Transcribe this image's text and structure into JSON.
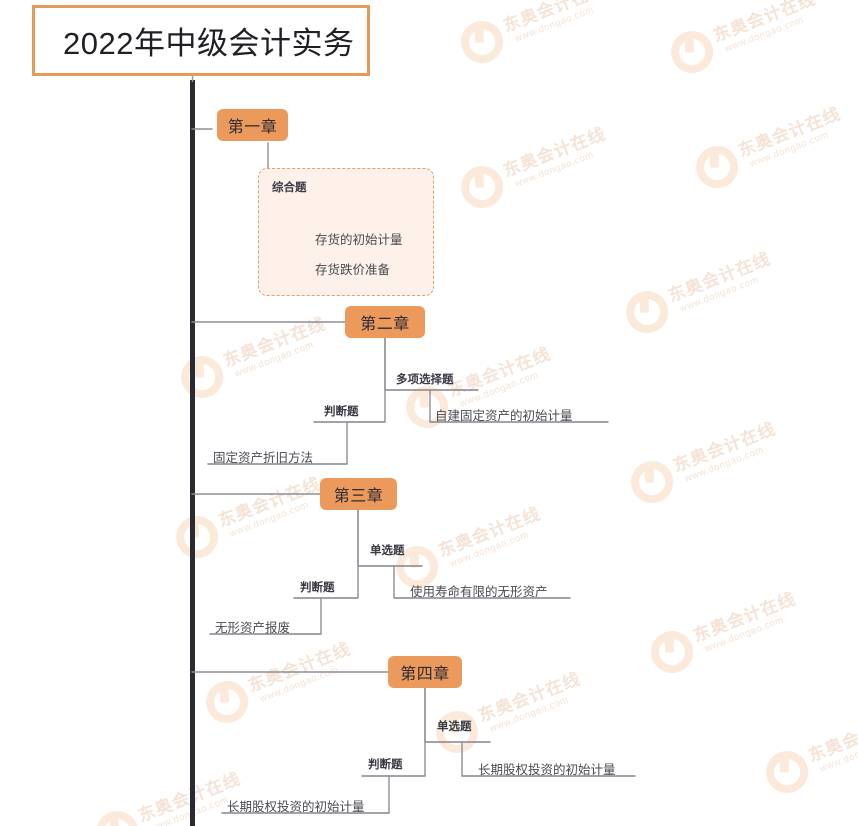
{
  "document": {
    "title": "2022年中级会计实务",
    "type": "mind-map"
  },
  "colors": {
    "chapter_fill": "#ec9a5c",
    "title_border": "#e49a58",
    "trunk": "#2a2a33",
    "connector": "#8d8d96",
    "select_box_fill": "#fdf1e9",
    "select_box_border": "#e8a06a",
    "text_dark": "#1f1f24",
    "text_leaf": "#4a4a52",
    "watermark": "#f4e3d6",
    "background": "#ffffff"
  },
  "watermark": {
    "brand_cn": "东奥会计在线",
    "url": "www.dongao.com"
  },
  "selection": {
    "active_branch": "第一章 > 综合题"
  },
  "chapters": [
    {
      "id": "ch1",
      "label": "第一章",
      "selected": true,
      "question_types": [
        {
          "label": "综合题",
          "topics": [
            {
              "label": "存货的初始计量"
            },
            {
              "label": "存货跌价准备"
            }
          ]
        }
      ]
    },
    {
      "id": "ch2",
      "label": "第二章",
      "selected": false,
      "question_types": [
        {
          "label": "多项选择题",
          "topics": [
            {
              "label": "自建固定资产的初始计量"
            }
          ]
        },
        {
          "label": "判断题",
          "topics": [
            {
              "label": "固定资产折旧方法"
            }
          ]
        }
      ]
    },
    {
      "id": "ch3",
      "label": "第三章",
      "selected": false,
      "question_types": [
        {
          "label": "单选题",
          "topics": [
            {
              "label": "使用寿命有限的无形资产"
            }
          ]
        },
        {
          "label": "判断题",
          "topics": [
            {
              "label": "无形资产报废"
            }
          ]
        }
      ]
    },
    {
      "id": "ch4",
      "label": "第四章",
      "selected": false,
      "question_types": [
        {
          "label": "单选题",
          "topics": [
            {
              "label": "长期股权投资的初始计量"
            }
          ]
        },
        {
          "label": "判断题",
          "topics": [
            {
              "label": "长期股权投资的初始计量"
            }
          ]
        }
      ]
    }
  ]
}
